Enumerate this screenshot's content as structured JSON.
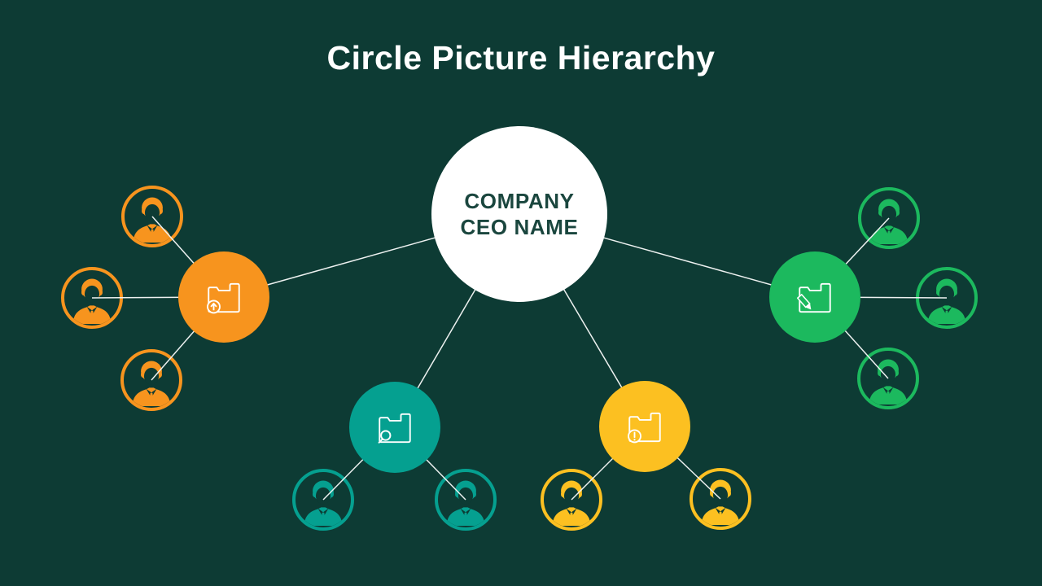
{
  "slide": {
    "title": "Circle Picture Hierarchy",
    "center": {
      "line1": "COMPANY",
      "line2": "CEO NAME"
    },
    "branches": [
      {
        "position": "left",
        "icon": "folder-upload-icon",
        "color": "#F7941E",
        "member_count": 3
      },
      {
        "position": "right",
        "icon": "folder-edit-icon",
        "color": "#1CB95E",
        "member_count": 3
      },
      {
        "position": "bottom-left",
        "icon": "folder-search-icon",
        "color": "#05A090",
        "member_count": 2
      },
      {
        "position": "bottom-right",
        "icon": "folder-alert-icon",
        "color": "#FCC021",
        "member_count": 2
      }
    ],
    "colors": {
      "background": "#0D3B34",
      "center_circle": "#FFFFFF",
      "center_text": "#1A463E",
      "connector_line": "#EDF1F0",
      "title_text": "#FFFFFF"
    }
  }
}
